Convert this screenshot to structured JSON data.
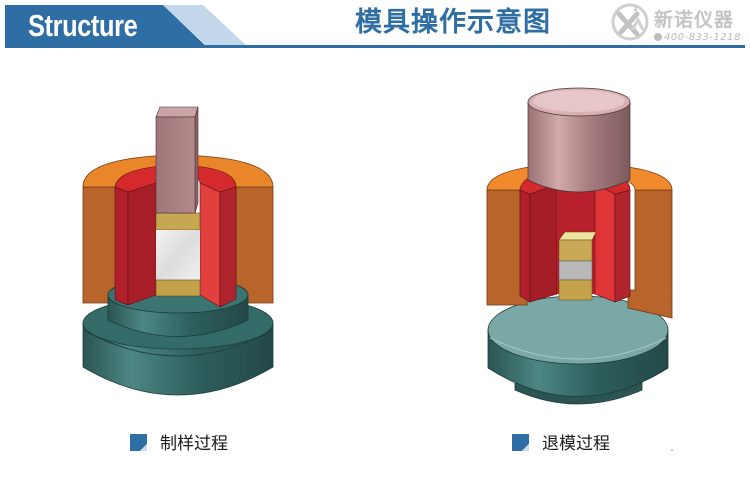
{
  "header": {
    "title_en": "Structure",
    "title_cn": "模具操作示意图",
    "colors": {
      "primary_blue": "#2f6da5",
      "light_blue": "#c3d7ea",
      "title_cn": "#2f6da5"
    }
  },
  "logo": {
    "icon": "xn-logo-icon",
    "brand_name": "新诺仪器",
    "phone_icon": "phone-icon",
    "phone": "400-833-1218"
  },
  "figures": [
    {
      "id": "sample-making",
      "caption": "制样过程",
      "parts": [
        "punch-rod",
        "outer-sleeve",
        "inner-die",
        "upper-spacer",
        "sample-powder",
        "lower-spacer",
        "stepped-base"
      ]
    },
    {
      "id": "demolding",
      "caption": "退模过程",
      "parts": [
        "cylindrical-punch",
        "outer-sleeve",
        "inner-die",
        "upper-spacer",
        "sample-pellet",
        "lower-spacer",
        "base-plate"
      ]
    }
  ],
  "colors": {
    "orange_top": "#e9862a",
    "orange_side": "#b8642a",
    "red_light": "#e23a3a",
    "red_dark": "#a81e28",
    "punch": "#a77b7d",
    "spacer": "#c8a752",
    "sample": "#ececec",
    "teal": "#2f6462",
    "teal_top": "#79a8a6"
  }
}
